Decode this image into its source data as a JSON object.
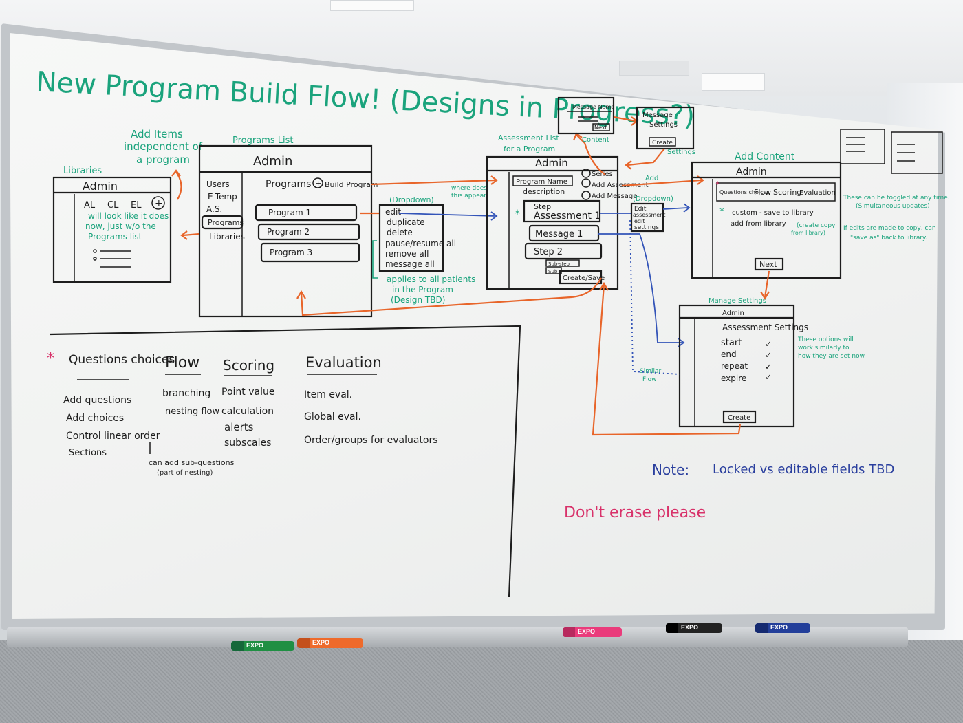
{
  "title": "New Program Build Flow! (Designs in Progress?)",
  "libraries": {
    "heading": "Libraries",
    "admin": "Admin",
    "tabs": [
      "AL",
      "CL",
      "EL"
    ],
    "note1": "will look like it does",
    "note2": "now, just w/o the",
    "note3": "Programs list",
    "annotation1": "Add Items",
    "annotation2": "independent of",
    "annotation3": "a program"
  },
  "programs_list": {
    "heading": "Programs List",
    "admin": "Admin",
    "nav": [
      "Users",
      "E-Temp",
      "A.S.",
      "Programs",
      "Libraries"
    ],
    "programs_label": "Programs",
    "build_button": "Build Program",
    "items": [
      "Program 1",
      "Program 2",
      "Program 3"
    ]
  },
  "dropdown": {
    "heading": "(Dropdown)",
    "items": [
      "edit",
      "duplicate",
      "delete",
      "pause/resume all",
      "remove all",
      "message all"
    ],
    "note1": "applies to all patients",
    "note2": "in the Program",
    "note3": "(Design TBD)"
  },
  "assessment_list": {
    "heading1": "Assessment List",
    "heading2": "for a Program",
    "where_note1": "where does",
    "where_note2": "this appear",
    "admin": "Admin",
    "program_name": "Program Name",
    "description": "description",
    "adds": [
      "Series",
      "Add Assessment",
      "Add Message"
    ],
    "step1": "Step",
    "assessment1": "Assessment 1",
    "message1": "Message 1",
    "step2": "Step 2",
    "small1": "Sub-step",
    "small2": "Sub",
    "create_save": "Create/Save",
    "content_label": "Content",
    "settings_label": "Settings",
    "add_label": "Add"
  },
  "message_box": {
    "name": "Message Name",
    "next": "Next",
    "settings_title1": "Message",
    "settings_title2": "Settings",
    "create": "Create"
  },
  "dropdown2": {
    "heading": "(Dropdown)",
    "items": [
      "Edit",
      "assessment",
      "edit",
      "settings"
    ]
  },
  "add_content": {
    "heading": "Add Content",
    "admin": "Admin",
    "tabs": [
      "Questions choices",
      "Flow",
      "Scoring",
      "Evaluation"
    ],
    "custom": "custom - save to library",
    "from_library": "add from library",
    "create_copy1": "(create copy",
    "create_copy2": "from library)",
    "next": "Next",
    "toggle_note1": "These can be toggled at any time.",
    "toggle_note2": "(Simultaneous updates)",
    "edits_note1": "If edits are made to copy, can",
    "edits_note2": "\"save as\" back to library."
  },
  "manage_settings": {
    "heading": "Manage Settings",
    "admin": "Admin",
    "title": "Assessment Settings",
    "items": [
      "start",
      "end",
      "repeat",
      "expire"
    ],
    "create": "Create",
    "options_note1": "These options will",
    "options_note2": "work similarly to",
    "options_note3": "how they are set now.",
    "similar1": "Similar",
    "similar2": "Flow"
  },
  "categories": [
    {
      "title": "Questions choices",
      "items": [
        "Add questions",
        "Add choices",
        "Control linear order",
        "Sections"
      ]
    },
    {
      "title": "Flow",
      "items": [
        "branching",
        "nesting flow"
      ]
    },
    {
      "title": "Scoring",
      "items": [
        "Point value",
        "calculation",
        "alerts",
        "subscales"
      ]
    },
    {
      "title": "Evaluation",
      "items": [
        "Item eval.",
        "Global eval.",
        "Order/groups for evaluators"
      ]
    }
  ],
  "subquestions_note1": "can add sub-questions",
  "subquestions_note2": "(part of nesting)",
  "note_label": "Note:",
  "note_text": "Locked vs editable fields TBD",
  "dont_erase": "Don't erase please",
  "markers": [
    "EXPO",
    "EXPO",
    "EXPO",
    "EXPO",
    "EXPO"
  ],
  "colors": {
    "green": "#1aa37c",
    "orange": "#e8652a",
    "blue": "#2a3f9e",
    "pink": "#d8326a",
    "black": "#1d1d1d"
  }
}
